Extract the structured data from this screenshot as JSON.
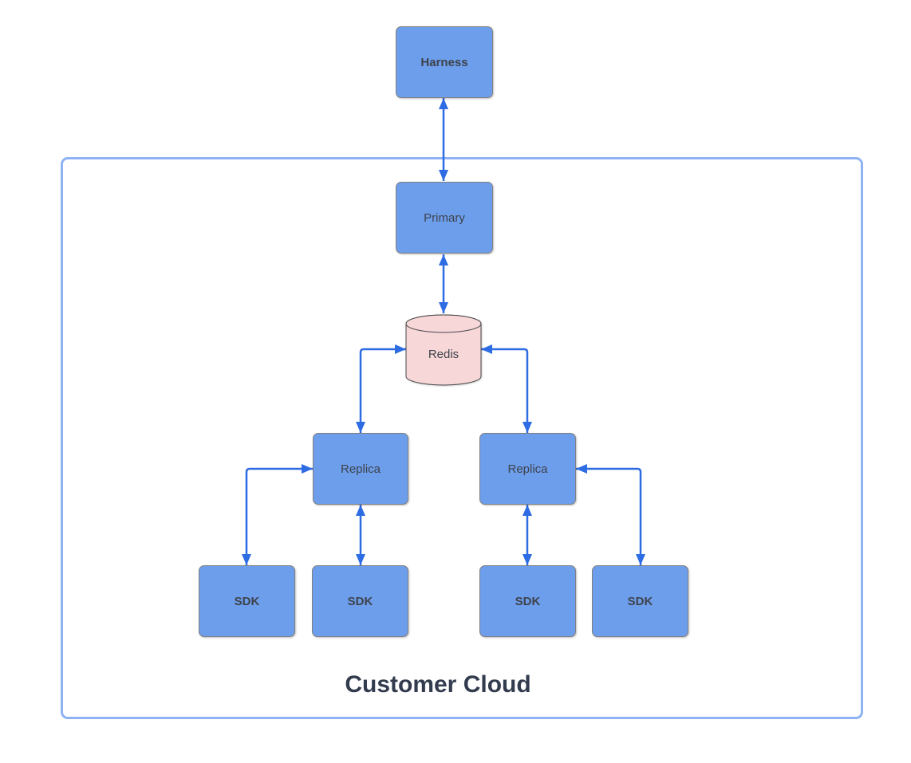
{
  "diagram": {
    "container": {
      "label": "Customer Cloud"
    },
    "nodes": {
      "harness": {
        "label": "Harness",
        "shape": "rectangle",
        "fill": "#6D9EEB",
        "text_style": "bold"
      },
      "primary": {
        "label": "Primary",
        "shape": "rectangle",
        "fill": "#6D9EEB",
        "text_style": "regular"
      },
      "redis": {
        "label": "Redis",
        "shape": "cylinder",
        "fill": "#F8D7D9",
        "text_style": "regular"
      },
      "replica_left": {
        "label": "Replica",
        "shape": "rectangle",
        "fill": "#6D9EEB",
        "text_style": "regular"
      },
      "replica_right": {
        "label": "Replica",
        "shape": "rectangle",
        "fill": "#6D9EEB",
        "text_style": "regular"
      },
      "sdk_1": {
        "label": "SDK",
        "shape": "rectangle",
        "fill": "#6D9EEB",
        "text_style": "bold"
      },
      "sdk_2": {
        "label": "SDK",
        "shape": "rectangle",
        "fill": "#6D9EEB",
        "text_style": "bold"
      },
      "sdk_3": {
        "label": "SDK",
        "shape": "rectangle",
        "fill": "#6D9EEB",
        "text_style": "bold"
      },
      "sdk_4": {
        "label": "SDK",
        "shape": "rectangle",
        "fill": "#6D9EEB",
        "text_style": "bold"
      }
    },
    "edges": [
      {
        "from": "harness",
        "to": "primary",
        "direction": "bidirectional",
        "routing": "straight-vertical"
      },
      {
        "from": "primary",
        "to": "redis",
        "direction": "bidirectional",
        "routing": "straight-vertical"
      },
      {
        "from": "redis",
        "to": "replica_left",
        "direction": "bidirectional",
        "routing": "elbow-left-down"
      },
      {
        "from": "redis",
        "to": "replica_right",
        "direction": "bidirectional",
        "routing": "elbow-right-down"
      },
      {
        "from": "replica_left",
        "to": "sdk_1",
        "direction": "bidirectional",
        "routing": "elbow-left-down"
      },
      {
        "from": "replica_left",
        "to": "sdk_2",
        "direction": "bidirectional",
        "routing": "straight-vertical"
      },
      {
        "from": "replica_right",
        "to": "sdk_3",
        "direction": "bidirectional",
        "routing": "straight-vertical"
      },
      {
        "from": "replica_right",
        "to": "sdk_4",
        "direction": "bidirectional",
        "routing": "elbow-right-down"
      }
    ],
    "colors": {
      "background": "#FFFFFF",
      "node_fill": "#6D9EEB",
      "node_border": "#808080",
      "node_text": "#3E434C",
      "database_fill": "#F8D7D9",
      "database_border": "#484848",
      "arrow": "#2E6CE3",
      "container_border": "#8FB2F4",
      "container_label": "#333C4E"
    }
  }
}
